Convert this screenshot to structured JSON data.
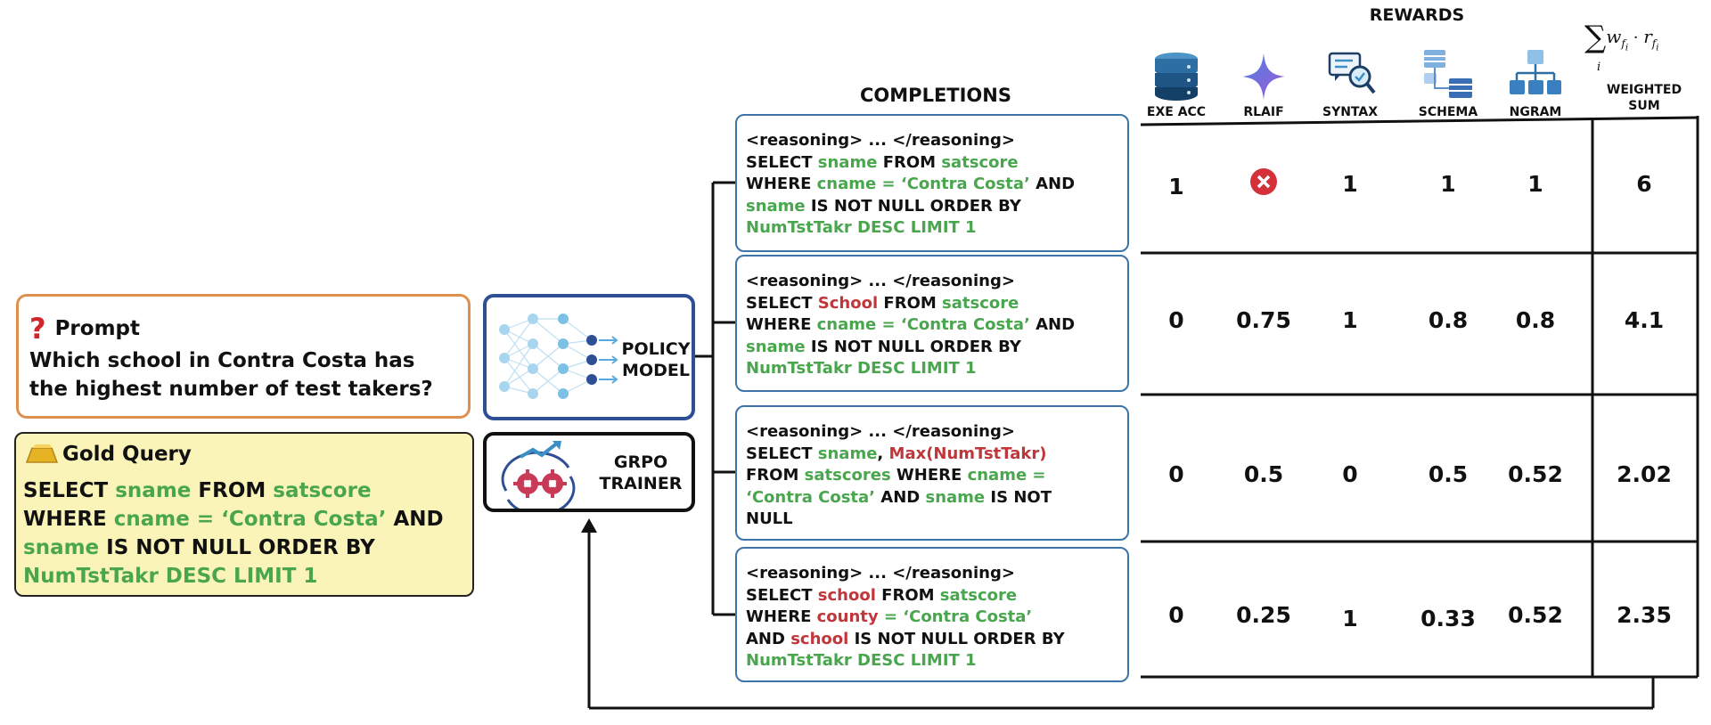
{
  "prompt": {
    "title": "Prompt",
    "question": "Which school in Contra Costa has the highest number of test takers?"
  },
  "gold_query": {
    "title": "Gold Query",
    "lines": [
      [
        [
          "SELECT ",
          "k"
        ],
        [
          "sname",
          "g"
        ],
        [
          " FROM ",
          "k"
        ],
        [
          "satscore",
          "g"
        ]
      ],
      [
        [
          "WHERE ",
          "k"
        ],
        [
          "cname = ‘Contra Costa’",
          "g"
        ],
        [
          " AND",
          "k"
        ]
      ],
      [
        [
          "sname",
          "g"
        ],
        [
          " IS NOT NULL ORDER BY",
          "k"
        ]
      ],
      [
        [
          "NumTstTakr DESC LIMIT 1",
          "g"
        ]
      ]
    ]
  },
  "policy_model": {
    "line1": "POLICY",
    "line2": "MODEL"
  },
  "grpo_trainer": {
    "line1": "GRPO",
    "line2": "TRAINER"
  },
  "completions": {
    "title": "COMPLETIONS",
    "items": [
      {
        "lines": [
          [
            [
              "<reasoning> ... </reasoning>",
              "k"
            ]
          ],
          [
            [
              "SELECT ",
              "k"
            ],
            [
              "sname",
              "g"
            ],
            [
              " FROM ",
              "k"
            ],
            [
              "satscore",
              "g"
            ]
          ],
          [
            [
              "WHERE ",
              "k"
            ],
            [
              "cname = ‘Contra Costa’",
              "g"
            ],
            [
              " AND",
              "k"
            ]
          ],
          [
            [
              "sname",
              "g"
            ],
            [
              " IS NOT NULL ORDER BY",
              "k"
            ]
          ],
          [
            [
              "NumTstTakr DESC LIMIT 1",
              "g"
            ]
          ]
        ]
      },
      {
        "lines": [
          [
            [
              "<reasoning> ... </reasoning>",
              "k"
            ]
          ],
          [
            [
              "SELECT ",
              "k"
            ],
            [
              "School",
              "r"
            ],
            [
              " FROM ",
              "k"
            ],
            [
              "satscore",
              "g"
            ]
          ],
          [
            [
              "WHERE ",
              "k"
            ],
            [
              "cname = ‘Contra Costa’",
              "g"
            ],
            [
              " AND",
              "k"
            ]
          ],
          [
            [
              "sname",
              "g"
            ],
            [
              " IS NOT NULL ORDER BY",
              "k"
            ]
          ],
          [
            [
              "NumTstTakr DESC LIMIT 1",
              "g"
            ]
          ]
        ]
      },
      {
        "lines": [
          [
            [
              "<reasoning> ... </reasoning>",
              "k"
            ]
          ],
          [
            [
              "SELECT ",
              "k"
            ],
            [
              "sname",
              "g"
            ],
            [
              ", ",
              "k"
            ],
            [
              "Max(NumTstTakr)",
              "r"
            ]
          ],
          [
            [
              "FROM ",
              "k"
            ],
            [
              "satscores",
              "g"
            ],
            [
              " WHERE ",
              "k"
            ],
            [
              "cname =",
              "g"
            ]
          ],
          [
            [
              "‘Contra Costa’",
              "g"
            ],
            [
              " AND ",
              "k"
            ],
            [
              "sname",
              "g"
            ],
            [
              " IS NOT",
              "k"
            ]
          ],
          [
            [
              "NULL",
              "k"
            ]
          ]
        ]
      },
      {
        "lines": [
          [
            [
              "<reasoning> ... </reasoning>",
              "k"
            ]
          ],
          [
            [
              "SELECT ",
              "k"
            ],
            [
              "school",
              "r"
            ],
            [
              " FROM ",
              "k"
            ],
            [
              "satscore",
              "g"
            ]
          ],
          [
            [
              "WHERE ",
              "k"
            ],
            [
              "county",
              "r"
            ],
            [
              " = ‘Contra Costa’",
              "g"
            ]
          ],
          [
            [
              "AND ",
              "k"
            ],
            [
              "school",
              "r"
            ],
            [
              " IS NOT NULL ORDER BY",
              "k"
            ]
          ],
          [
            [
              "NumTstTakr DESC LIMIT 1",
              "g"
            ]
          ]
        ]
      }
    ]
  },
  "rewards": {
    "title": "REWARDS",
    "columns": [
      "EXE ACC",
      "RLAIF",
      "SYNTAX",
      "SCHEMA",
      "NGRAM"
    ],
    "weighted_label_1": "WEIGHTED",
    "weighted_label_2": "SUM",
    "rows": [
      {
        "values": [
          "1",
          "✖",
          "1",
          "1",
          "1"
        ],
        "sum": "6"
      },
      {
        "values": [
          "0",
          "0.75",
          "1",
          "0.8",
          "0.8"
        ],
        "sum": "4.1"
      },
      {
        "values": [
          "0",
          "0.5",
          "0",
          "0.5",
          "0.52"
        ],
        "sum": "2.02"
      },
      {
        "values": [
          "0",
          "0.25",
          "1",
          "0.33",
          "0.52"
        ],
        "sum": "2.35"
      }
    ]
  },
  "icons": {
    "exe_acc": "database-icon",
    "rlaif": "sparkle-icon",
    "syntax": "chat-search-icon",
    "schema": "schema-icon",
    "ngram": "hierarchy-icon"
  },
  "colors": {
    "green": "#4aa64e",
    "red": "#c0363b",
    "prompt_border": "#e0904e",
    "gold_bg": "#fbf4b8",
    "policy_border": "#2e4f94",
    "completion_border": "#3d74a8"
  }
}
